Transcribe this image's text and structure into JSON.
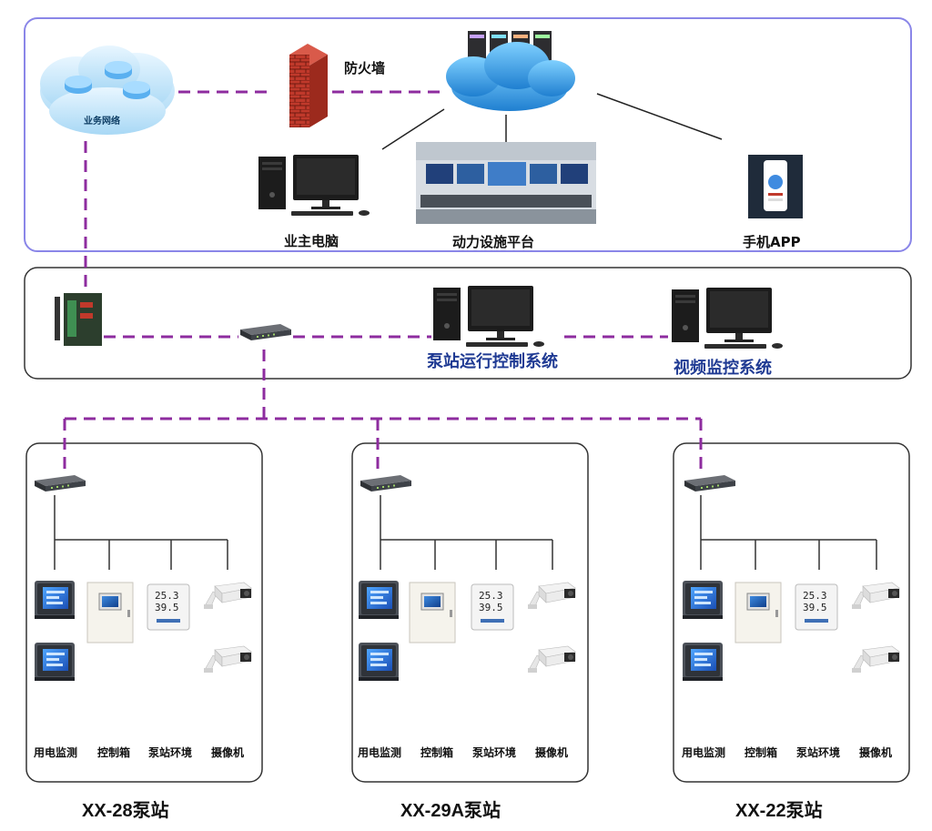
{
  "labels": {
    "business_network": "业务网络",
    "firewall": "防火墙",
    "owner_pc": "业主电脑",
    "power_platform": "动力设施平台",
    "mobile_app": "手机APP",
    "pump_control": "泵站运行控制系统",
    "video_monitor": "视频监控系统"
  },
  "device_labels": {
    "power_monitor": "用电监测",
    "control_box": "控制箱",
    "environment": "泵站环境",
    "camera": "摄像机"
  },
  "stations": [
    {
      "name": "XX-28泵站"
    },
    {
      "name": "XX-29A泵站"
    },
    {
      "name": "XX-22泵站"
    }
  ],
  "readout": {
    "line1": "25.3",
    "line2": "39.5"
  },
  "colors": {
    "dashed_link": "#8e2c9f",
    "top_border": "#8a86e8",
    "panel_border": "#333333",
    "cloud": "#2b8fd8",
    "firewall": "#c0392b",
    "screen": "#1d5fb8"
  }
}
